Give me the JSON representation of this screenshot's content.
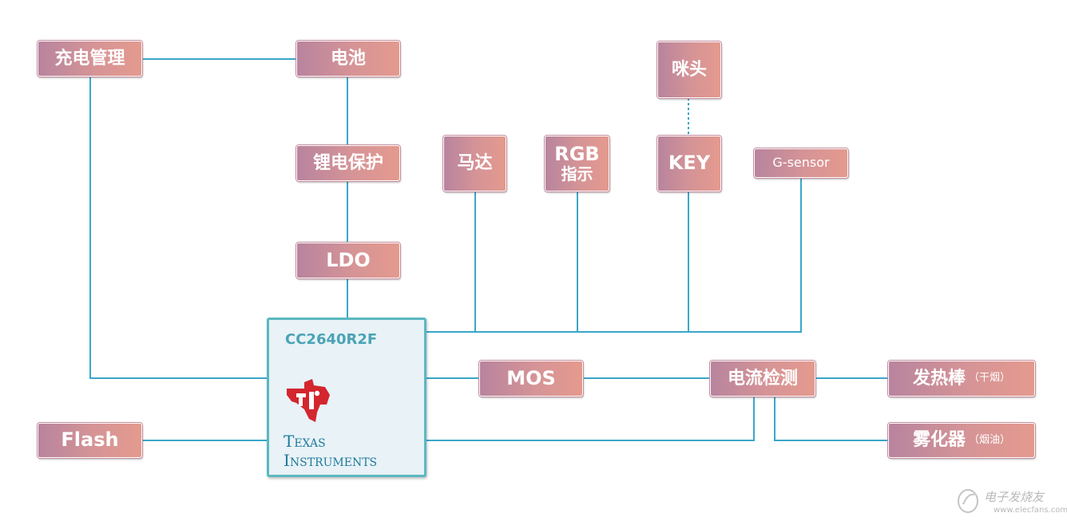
{
  "blocks": {
    "charge_mgmt": "充电管理",
    "battery": "电池",
    "li_protect": "锂电保护",
    "ldo": "LDO",
    "motor": "马达",
    "rgb_line1": "RGB",
    "rgb_line2": "指示",
    "mic": "咪头",
    "key": "KEY",
    "gsensor": "G-sensor",
    "flash": "Flash",
    "mos": "MOS",
    "current_detect": "电流检测",
    "heater": "发热棒",
    "heater_note": "（干烟）",
    "atomizer": "雾化器",
    "atomizer_note": "（烟油）"
  },
  "chip": {
    "name": "CC2640R2F",
    "logo_line1": "Texas",
    "logo_line2": "Instruments"
  },
  "watermark": {
    "text": "电子发烧友",
    "url": "www.elecfans.com"
  },
  "colors": {
    "wire": "#3aa7c9",
    "box_gradient_start": "#b8849e",
    "box_gradient_end": "#e49a8e",
    "chip_border": "#5bb8c0",
    "chip_fill": "#e8f2f7",
    "ti_red": "#d3262e"
  }
}
